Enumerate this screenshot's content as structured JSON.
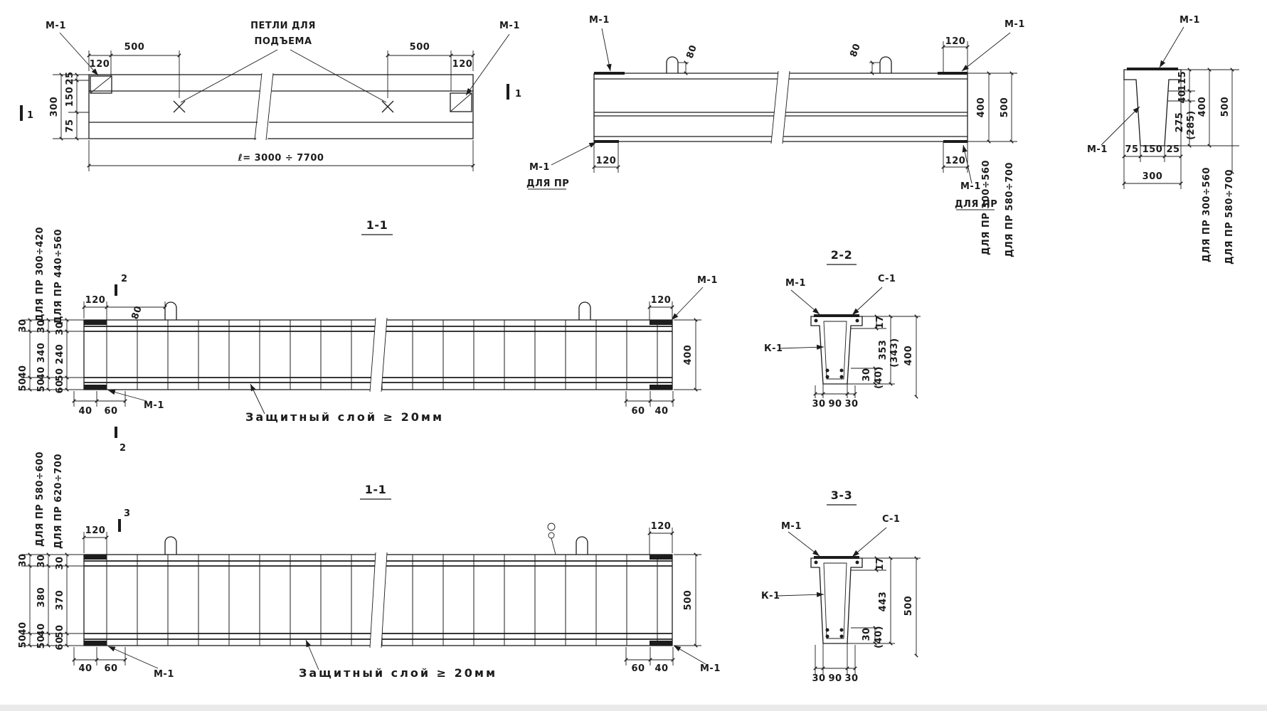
{
  "meta": {
    "ink": "#1c1c1c",
    "background": "#ffffff"
  },
  "labels": {
    "m1": "М-1",
    "c1": "С-1",
    "k1": "К-1",
    "dlya_pr": "ДЛЯ ПР",
    "loops1": "ПЕТЛИ ДЛЯ",
    "loops2": "ПОДЪЕМА",
    "length": "ℓ= 3000 ÷ 7700",
    "cover": "Защитный слой ≥ 20мм",
    "sec1": "1",
    "sec2": "2",
    "sec3": "3",
    "t11": "1-1",
    "t22": "2-2",
    "t33": "3-3",
    "range_300_560": "ДЛЯ ПР 300÷560",
    "range_580_700": "ДЛЯ ПР 580÷700",
    "range_300_420": "ДЛЯ ПР 300÷420",
    "range_440_560": "ДЛЯ ПР 440÷560",
    "range_580_600": "ДЛЯ ПР 580÷600",
    "range_620_700": "ДЛЯ ПР 620÷700"
  },
  "dims": {
    "d17": "17",
    "d25": "25",
    "d30": "30",
    "d40": "40",
    "d40p": "(40)",
    "d50": "50",
    "d60": "60",
    "d75": "75",
    "d80": "80",
    "d90": "90",
    "d115": "115",
    "d120": "120",
    "d150": "150",
    "d240": "240",
    "d275": "275",
    "d285": "(285)",
    "d300": "300",
    "d340": "340",
    "d343": "(343)",
    "d353": "353",
    "d370": "370",
    "d380": "380",
    "d400": "400",
    "d443": "443",
    "d500": "500"
  }
}
